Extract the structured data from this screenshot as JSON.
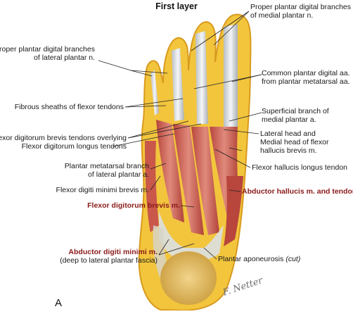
{
  "title": "First layer",
  "panel_letter": "A",
  "signature": "F. Netter",
  "labels": {
    "proper_digital_medial_l1": "Proper plantar digital branches",
    "proper_digital_medial_l2": "of medial plantar n.",
    "proper_digital_lateral_l1": "Proper plantar digital branches",
    "proper_digital_lateral_l2": "of lateral plantar n.",
    "common_digital_l1": "Common plantar digital aa.",
    "common_digital_l2": "from plantar metatarsal aa.",
    "fibrous_sheaths": "Fibrous sheaths of flexor tendons",
    "superficial_branch_l1": "Superficial branch of",
    "superficial_branch_l2": "medial plantar a.",
    "fdb_tendons_l1": "Flexor digitorum brevis tendons overlying",
    "fdb_tendons_l2": "Flexor digitorum longus tendons",
    "lateral_head_l1": "Lateral head and",
    "lateral_head_l2": "Medial head of flexor",
    "lateral_head_l3": "hallucis brevis m.",
    "plantar_metatarsal_l1": "Plantar metatarsal branch",
    "plantar_metatarsal_l2": "of lateral plantar a.",
    "fhl_tendon": "Flexor hallucis longus tendon",
    "fdmb": "Flexor digiti minimi brevis m.",
    "abductor_hallucis": "Abductor hallucis m. and tendon",
    "fdb_muscle": "Flexor digitorum brevis m.",
    "abductor_digiti_minimi_l1": "Abductor digiti minimi m.",
    "abductor_digiti_minimi_l2": "(deep to lateral plantar fascia)",
    "plantar_aponeurosis": "Plantar aponeurosis",
    "plantar_aponeurosis_cut": "(cut)"
  },
  "colors": {
    "skin_fat": "#f2c53d",
    "fat_edge": "#d99a1e",
    "muscle": "#c9574a",
    "muscle_light": "#e0877a",
    "tendon": "#dfe3e6",
    "heel_pad": "#e8c26a",
    "leader": "#222222",
    "accent_label": "#8b1a1a"
  }
}
